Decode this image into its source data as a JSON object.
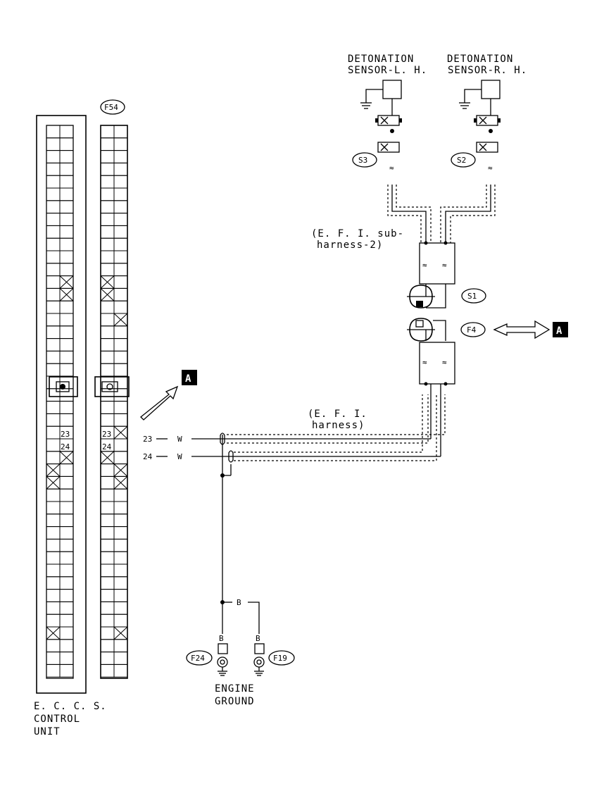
{
  "labels": {
    "det_lh_1": "DETONATION",
    "det_lh_2": "SENSOR-L. H.",
    "det_rh_1": "DETONATION",
    "det_rh_2": "SENSOR-R. H.",
    "sub_harness_1": "(E. F. I.  sub-",
    "sub_harness_2": "harness-2)",
    "efi_harness_1": "(E. F. I.",
    "efi_harness_2": "harness)",
    "ecu_1": "E. C. C. S.",
    "ecu_2": "CONTROL",
    "ecu_3": "UNIT",
    "ground_1": "ENGINE",
    "ground_2": "GROUND"
  },
  "connectors": {
    "f54": "F54",
    "s3": "S3",
    "s2": "S2",
    "s1": "S1",
    "f4": "F4",
    "f24": "F24",
    "f19": "F19"
  },
  "refs": {
    "a_right": "A",
    "a_left": "A"
  },
  "pins": {
    "ecu_23": "23",
    "ecu_24": "24",
    "f54_23": "23",
    "f54_24": "24",
    "wire_23": "23",
    "wire_24": "24"
  },
  "wires": {
    "w23": "W",
    "w24": "W",
    "b1": "B",
    "b2": "B",
    "b3": "B"
  }
}
